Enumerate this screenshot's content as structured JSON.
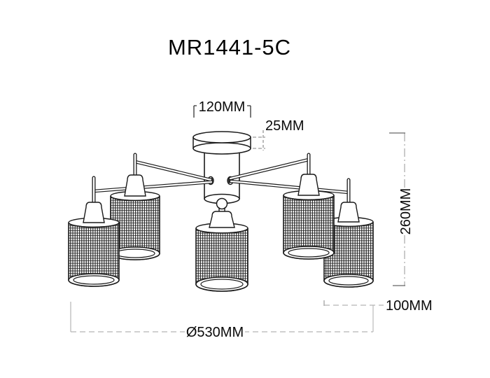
{
  "title": "MR1441-5C",
  "dimensions": {
    "canopy_width": "120MM",
    "canopy_height": "25MM",
    "fixture_height": "260MM",
    "shade_size": "100MM",
    "overall_diameter": "Ø530MM"
  },
  "colors": {
    "drawing_line": "#1a1a1a",
    "dimension_line": "#b4b4b4",
    "text": "#111111",
    "background": "#ffffff"
  }
}
